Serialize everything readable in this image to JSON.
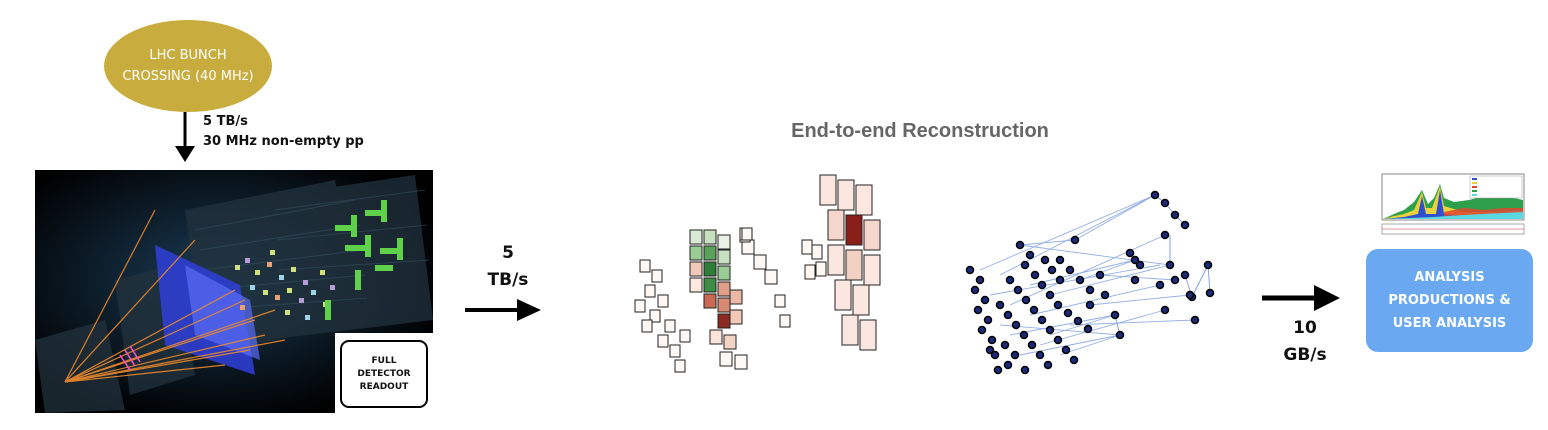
{
  "source": {
    "label": "LHC BUNCH\nCROSSING (40 MHz)",
    "color": "#c9ac3e"
  },
  "first_arrow": {
    "line1": "5 TB/s",
    "line2": "30 MHz non-empty pp"
  },
  "readout": {
    "label": "FULL\nDETECTOR\nREADOUT"
  },
  "middle_arrow": {
    "line1": "5",
    "line2": "TB/s"
  },
  "reconstruction": {
    "title": "End-to-end Reconstruction"
  },
  "final_arrow": {
    "line1": "10",
    "line2": "GB/s"
  },
  "analysis": {
    "label": "ANALYSIS\nPRODUCTIONS &\nUSER ANALYSIS",
    "color": "#6aa8f2"
  },
  "icons": [
    "event-display-icon",
    "voxel-hits-icon",
    "hit-graph-icon",
    "mass-fit-plot-icon"
  ]
}
